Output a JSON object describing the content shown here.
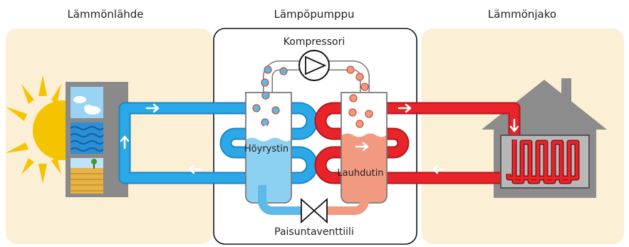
{
  "sections": {
    "source": "Lämmönlähde",
    "pump": "Lämpöpumppu",
    "distribution": "Lämmönjako"
  },
  "components": {
    "compressor": "Kompressori",
    "evaporator": "Höyrystin",
    "condenser": "Lauhdutin",
    "expansion_valve": "Paisuntaventtiili"
  },
  "icons": [
    "sun-icon",
    "sky-icon",
    "water-icon",
    "ground-icon",
    "house-icon",
    "radiator-icon",
    "compressor-icon",
    "valve-icon",
    "arrow-icon"
  ],
  "colors": {
    "cold_pipe": "#2aa8e8",
    "cold_pipe_dark": "#1a86c4",
    "warm_pipe": "#e8232a",
    "warm_pipe_dark": "#b5161c",
    "evaporator_liquid": "#8cd0f2",
    "condenser_liquid": "#f29a80",
    "panel_bg": "#fbefd6",
    "house": "#8c8c8c",
    "sun": "#f5c400"
  }
}
